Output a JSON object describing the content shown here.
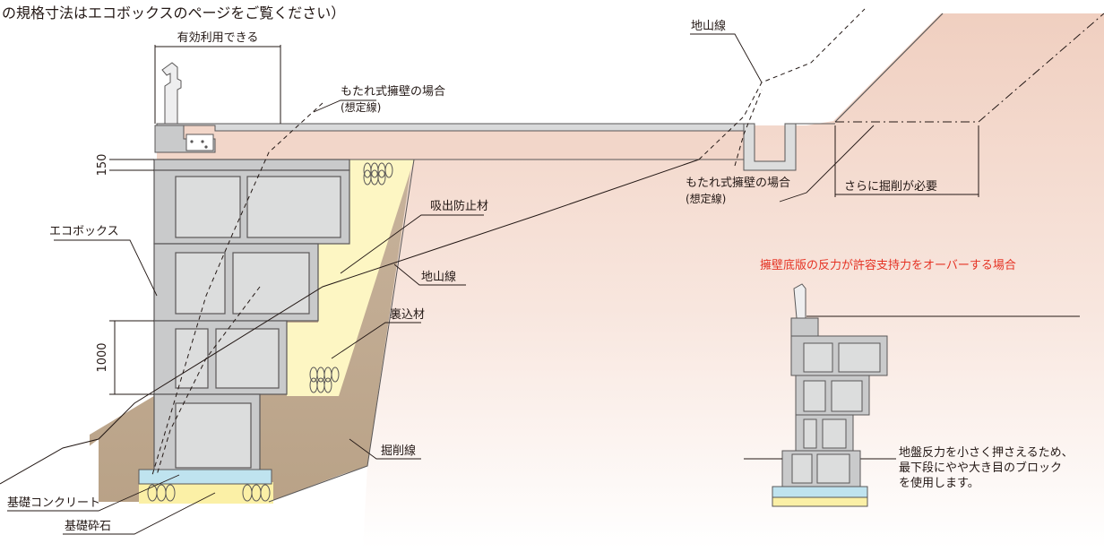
{
  "top_note": "の規格寸法はエコボックスのページをご覧ください）",
  "labels": {
    "usable_width": "有効利用できる",
    "ground_line_top": "地山線",
    "leaning_wall_1_line1": "もたれ式擁壁の場合",
    "leaning_wall_1_line2": "(想定線)",
    "dim_150": "150",
    "suction_prevention": "吸出防止材",
    "ecobox": "エコボックス",
    "ground_line_mid": "地山線",
    "backfill": "裏込材",
    "dim_1000": "1000",
    "excavation_line": "掘削線",
    "foundation_concrete": "基礎コンクリート",
    "foundation_gravel": "基礎砕石",
    "leaning_wall_2_line1": "もたれ式擁壁の場合",
    "leaning_wall_2_line2": "(想定線)",
    "extra_excavation": "さらに掘削が必要",
    "overload_case": "擁壁底版の反力が許容支持力をオーバーする場合",
    "note_line1": "地盤反力を小さく押さえるため、",
    "note_line2": "最下段にやや大き目のブロック",
    "note_line3": "を使用します。"
  },
  "colors": {
    "soil_pink": "#f2d6c9",
    "excavation_brown": "#c8b39c",
    "backfill_yellow": "#fdf6c3",
    "block_gray": "#c9cacb",
    "block_panel": "#e1e2e3",
    "foundation_blue": "#bfe3ef",
    "gravel_yellow": "#fbf0a6",
    "alert_red": "#e53324",
    "line_dark": "#231815"
  }
}
